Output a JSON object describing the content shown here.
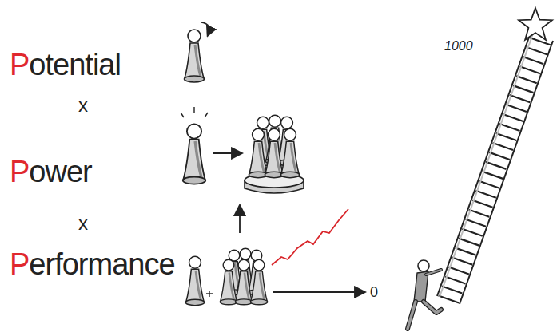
{
  "diagram": {
    "labels": [
      "Potential",
      "x",
      "Power",
      "x",
      "Performance",
      "1000",
      "0"
    ]
  }
}
